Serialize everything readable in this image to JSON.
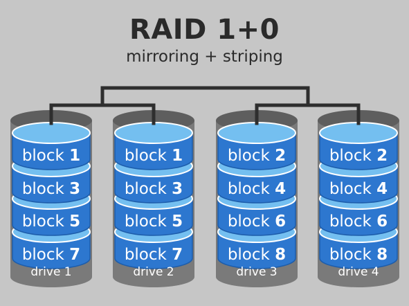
{
  "title": "RAID 1+0",
  "subtitle": "mirroring + striping",
  "block_word": "block",
  "drives": [
    {
      "label": "drive 1",
      "blocks": [
        "1",
        "3",
        "5",
        "7"
      ]
    },
    {
      "label": "drive 2",
      "blocks": [
        "1",
        "3",
        "5",
        "7"
      ]
    },
    {
      "label": "drive 3",
      "blocks": [
        "2",
        "4",
        "6",
        "8"
      ]
    },
    {
      "label": "drive 4",
      "blocks": [
        "2",
        "4",
        "6",
        "8"
      ]
    }
  ],
  "colors": {
    "background": "#c6c6c6",
    "drive_body": "#7a7a7a",
    "drive_shadow": "#5e5e5e",
    "disk_blue": "#2d77cf",
    "disk_top": "#74bff0",
    "disk_edge": "#1d5dab",
    "connector": "#2e2e2e",
    "text_dark": "#2a2a2a"
  }
}
